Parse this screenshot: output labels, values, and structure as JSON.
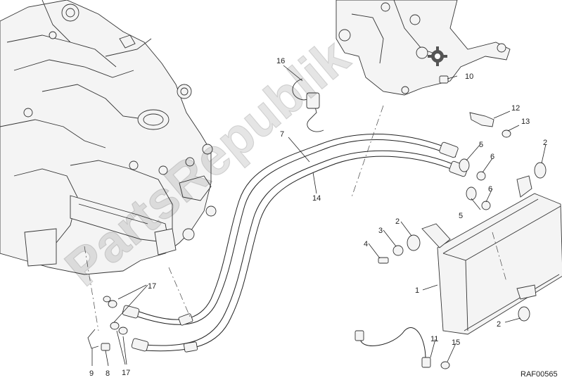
{
  "diagram": {
    "reference_code": "RAF00565",
    "watermark_text": "PartsRepublik",
    "callouts": [
      {
        "id": "c1",
        "label": "1"
      },
      {
        "id": "c2a",
        "label": "2"
      },
      {
        "id": "c2b",
        "label": "2"
      },
      {
        "id": "c2c",
        "label": "2"
      },
      {
        "id": "c3",
        "label": "3"
      },
      {
        "id": "c4",
        "label": "4"
      },
      {
        "id": "c5a",
        "label": "5"
      },
      {
        "id": "c5b",
        "label": "5"
      },
      {
        "id": "c6a",
        "label": "6"
      },
      {
        "id": "c6b",
        "label": "6"
      },
      {
        "id": "c7",
        "label": "7"
      },
      {
        "id": "c8",
        "label": "8"
      },
      {
        "id": "c9",
        "label": "9"
      },
      {
        "id": "c10",
        "label": "10"
      },
      {
        "id": "c11",
        "label": "11"
      },
      {
        "id": "c12",
        "label": "12"
      },
      {
        "id": "c13",
        "label": "13"
      },
      {
        "id": "c14",
        "label": "14"
      },
      {
        "id": "c15",
        "label": "15"
      },
      {
        "id": "c16",
        "label": "16"
      },
      {
        "id": "c17a",
        "label": "17"
      },
      {
        "id": "c17b",
        "label": "17"
      }
    ]
  }
}
